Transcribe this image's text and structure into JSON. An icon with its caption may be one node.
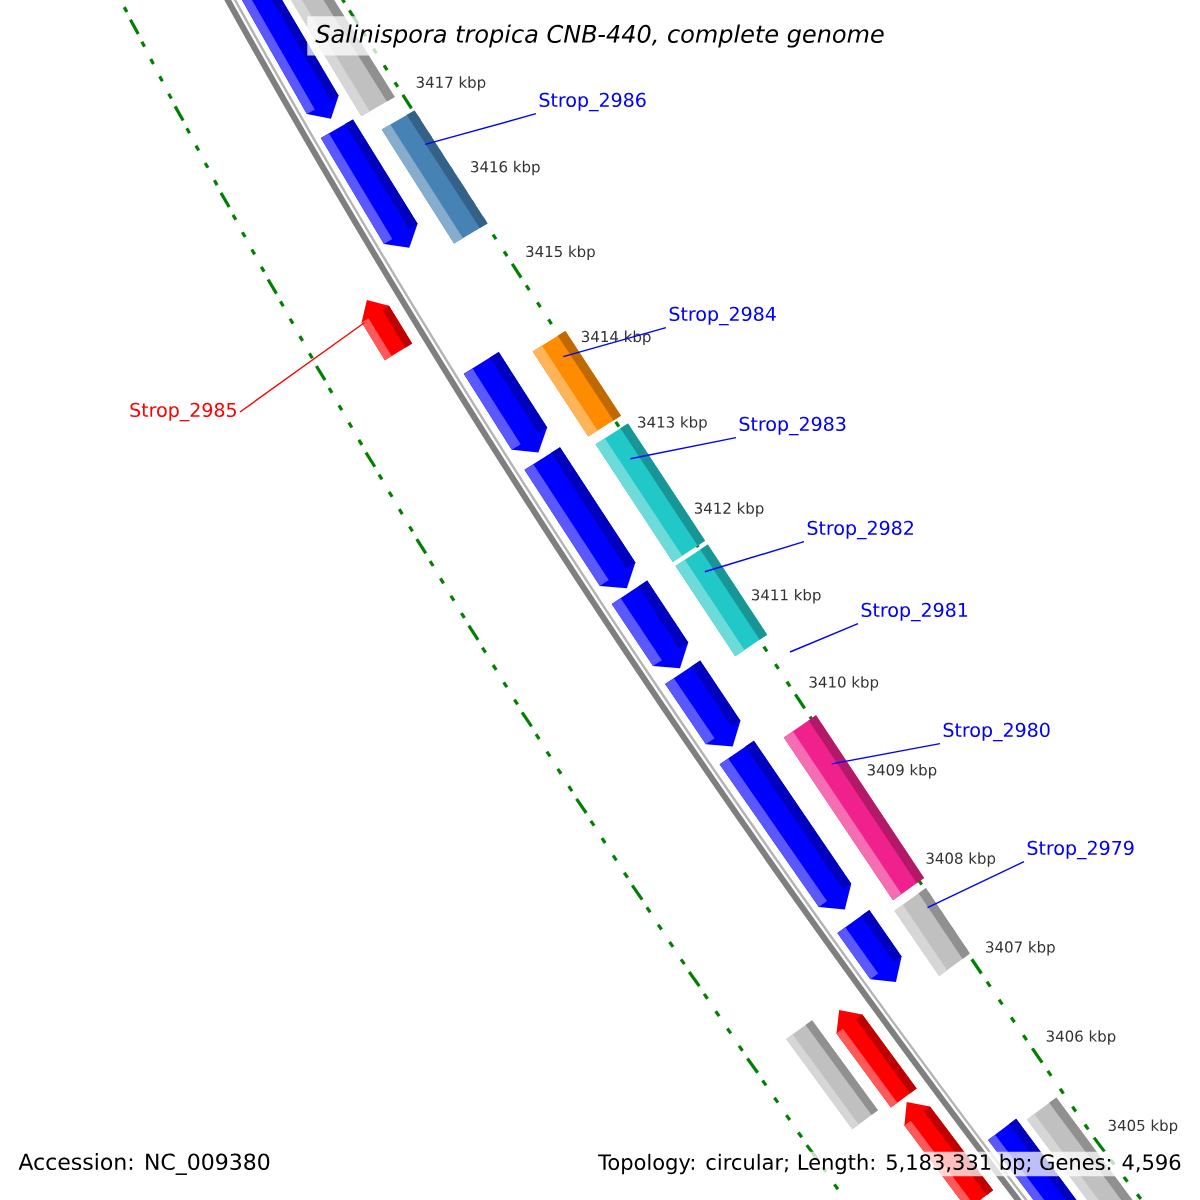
{
  "diagram": {
    "title": "Salinispora tropica CNB-440, complete genome",
    "nodes": [
      {
        "text": [
          "Strop_2986"
        ]
      },
      {
        "text": [],
        "shape": "bar"
      },
      {
        "text": [
          "Strop_2984"
        ]
      },
      {
        "text": [],
        "shape": "bar"
      },
      {
        "text": [
          "Strop_2985"
        ]
      },
      {
        "text": [],
        "shape": "bar"
      },
      {
        "text": [
          "Strop_2983"
        ]
      },
      {
        "text": [],
        "shape": "bar"
      },
      {
        "text": [
          "Strop_2982"
        ]
      },
      {
        "text": [],
        "shape": "bar"
      },
      {
        "text": [
          "Strop_2981"
        ]
      },
      {
        "text": [
          "Strop_2980"
        ]
      },
      {
        "text": [],
        "shape": "bar"
      },
      {
        "text": [
          "Strop_2979"
        ]
      },
      {
        "text": [],
        "shape": "bar"
      }
    ],
    "edges": [
      {
        "from": 0,
        "to": 1,
        "arrow": "none"
      },
      {
        "from": 2,
        "to": 3,
        "arrow": "none"
      },
      {
        "from": 4,
        "to": 5,
        "arrow": "none",
        "color": "#ff0000"
      },
      {
        "from": 6,
        "to": 7,
        "arrow": "none"
      },
      {
        "from": 8,
        "to": 9,
        "arrow": "none"
      },
      {
        "from": 10,
        "to": null,
        "arrow": "none"
      },
      {
        "from": 11,
        "to": 12,
        "arrow": "none"
      },
      {
        "from": 13,
        "to": 14,
        "arrow": "none"
      }
    ],
    "labels": [
      "3417 kbp",
      "3416 kbp",
      "3415 kbp",
      "3414 kbp",
      "3413 kbp",
      "3412 kbp",
      "3411 kbp",
      "3410 kbp",
      "3409 kbp",
      "3408 kbp",
      "3407 kbp",
      "3406 kbp",
      "3405 kbp",
      "Accession: NC_009380",
      "Topology: circular; Length: 5,183,331 bp; Genes: 4,596"
    ]
  }
}
